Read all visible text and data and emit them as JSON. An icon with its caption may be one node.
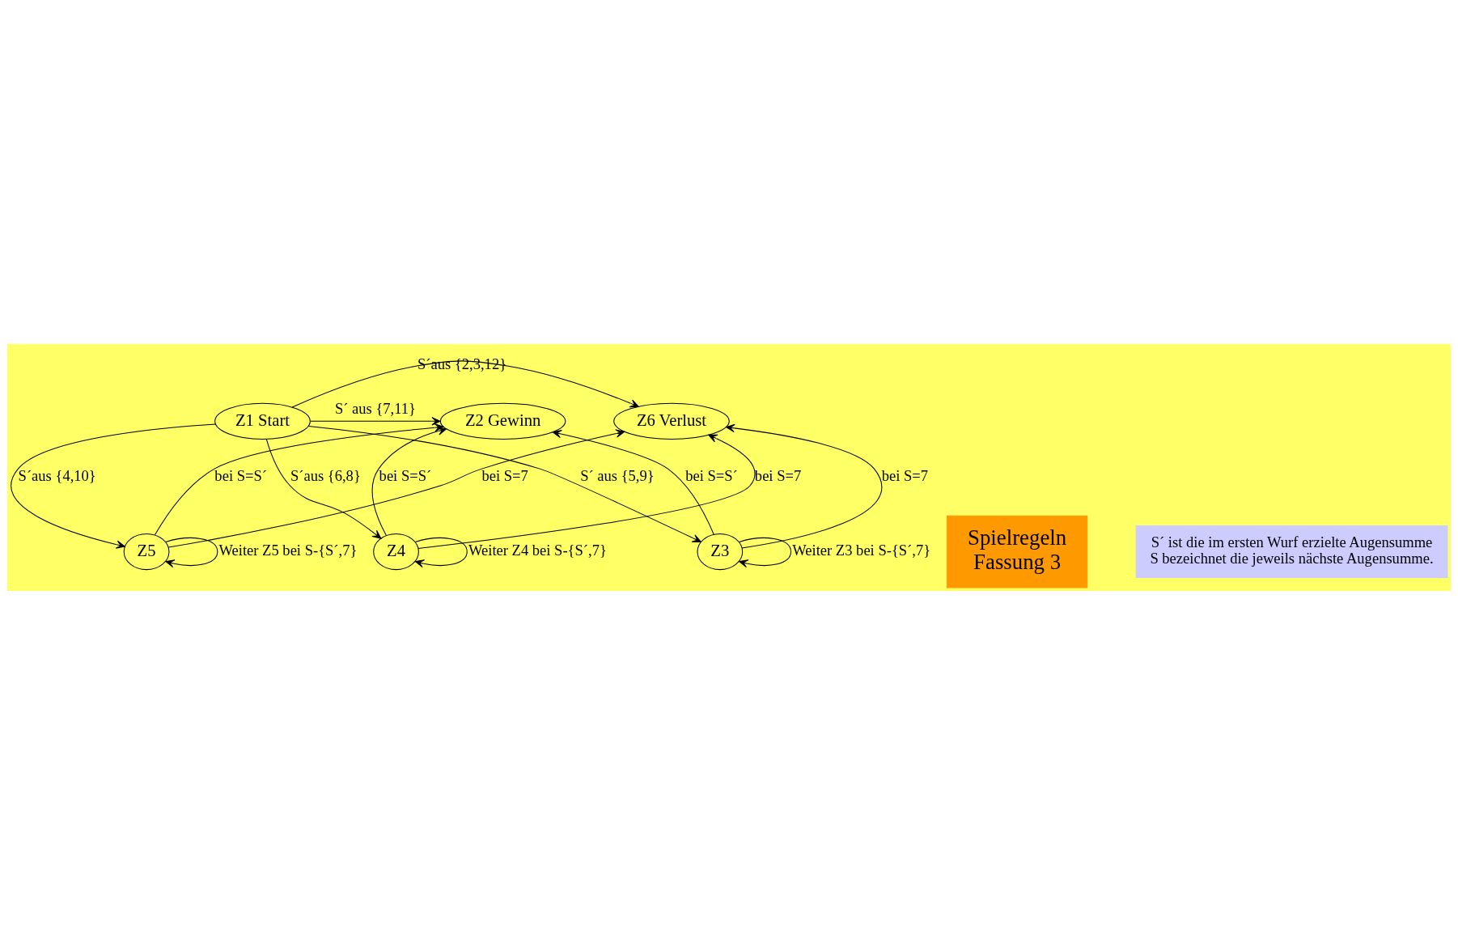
{
  "diagram": {
    "nodes": [
      {
        "text": [
          "Z1 Start"
        ]
      },
      {
        "text": [
          "Z2 Gewinn"
        ]
      },
      {
        "text": [
          "Z3"
        ]
      },
      {
        "text": [
          "Z4"
        ]
      },
      {
        "text": [
          "Z5"
        ]
      },
      {
        "text": [
          "Z6 Verlust"
        ]
      },
      {
        "text": [
          "Spielregeln",
          "Fassung 3"
        ]
      },
      {
        "text": [
          "S´ ist die im ersten Wurf erzielte Augensumme",
          "S bezeichnet die jeweils nächste Augensumme."
        ]
      }
    ],
    "edges": [
      {
        "from": 0,
        "to": 2,
        "arrow": "to",
        "label": "S´ aus {5,9}"
      },
      {
        "from": 0,
        "to": 3,
        "arrow": "to",
        "label": "S´aus {6,8}"
      },
      {
        "from": 0,
        "to": 1,
        "arrow": "to",
        "label": "S´ aus {7,11}"
      },
      {
        "from": 0,
        "to": 5,
        "arrow": "to",
        "label": "S´aus {2,3,12}"
      },
      {
        "from": 0,
        "to": 4,
        "arrow": "to",
        "label": "S´aus {4,10}"
      },
      {
        "from": 2,
        "to": 1,
        "arrow": "to",
        "label": "bei S=S´"
      },
      {
        "from": 2,
        "to": 2,
        "arrow": "to",
        "label": "Weiter Z3 bei S-{S´,7}"
      },
      {
        "from": 2,
        "to": 5,
        "arrow": "to",
        "label": "bei S=7"
      },
      {
        "from": 3,
        "to": 1,
        "arrow": "to",
        "label": "bei S=S´"
      },
      {
        "from": 3,
        "to": 3,
        "arrow": "to",
        "label": "Weiter Z4 bei S-{S´,7}"
      },
      {
        "from": 3,
        "to": 5,
        "arrow": "to",
        "label": "bei S=7"
      },
      {
        "from": 4,
        "to": 1,
        "arrow": "to",
        "label": "bei S=S´"
      },
      {
        "from": 4,
        "to": 5,
        "arrow": "to",
        "label": "bei S=7"
      },
      {
        "from": 4,
        "to": 4,
        "arrow": "to",
        "label": "Weiter Z5 bei S-{S´,7}"
      }
    ]
  }
}
